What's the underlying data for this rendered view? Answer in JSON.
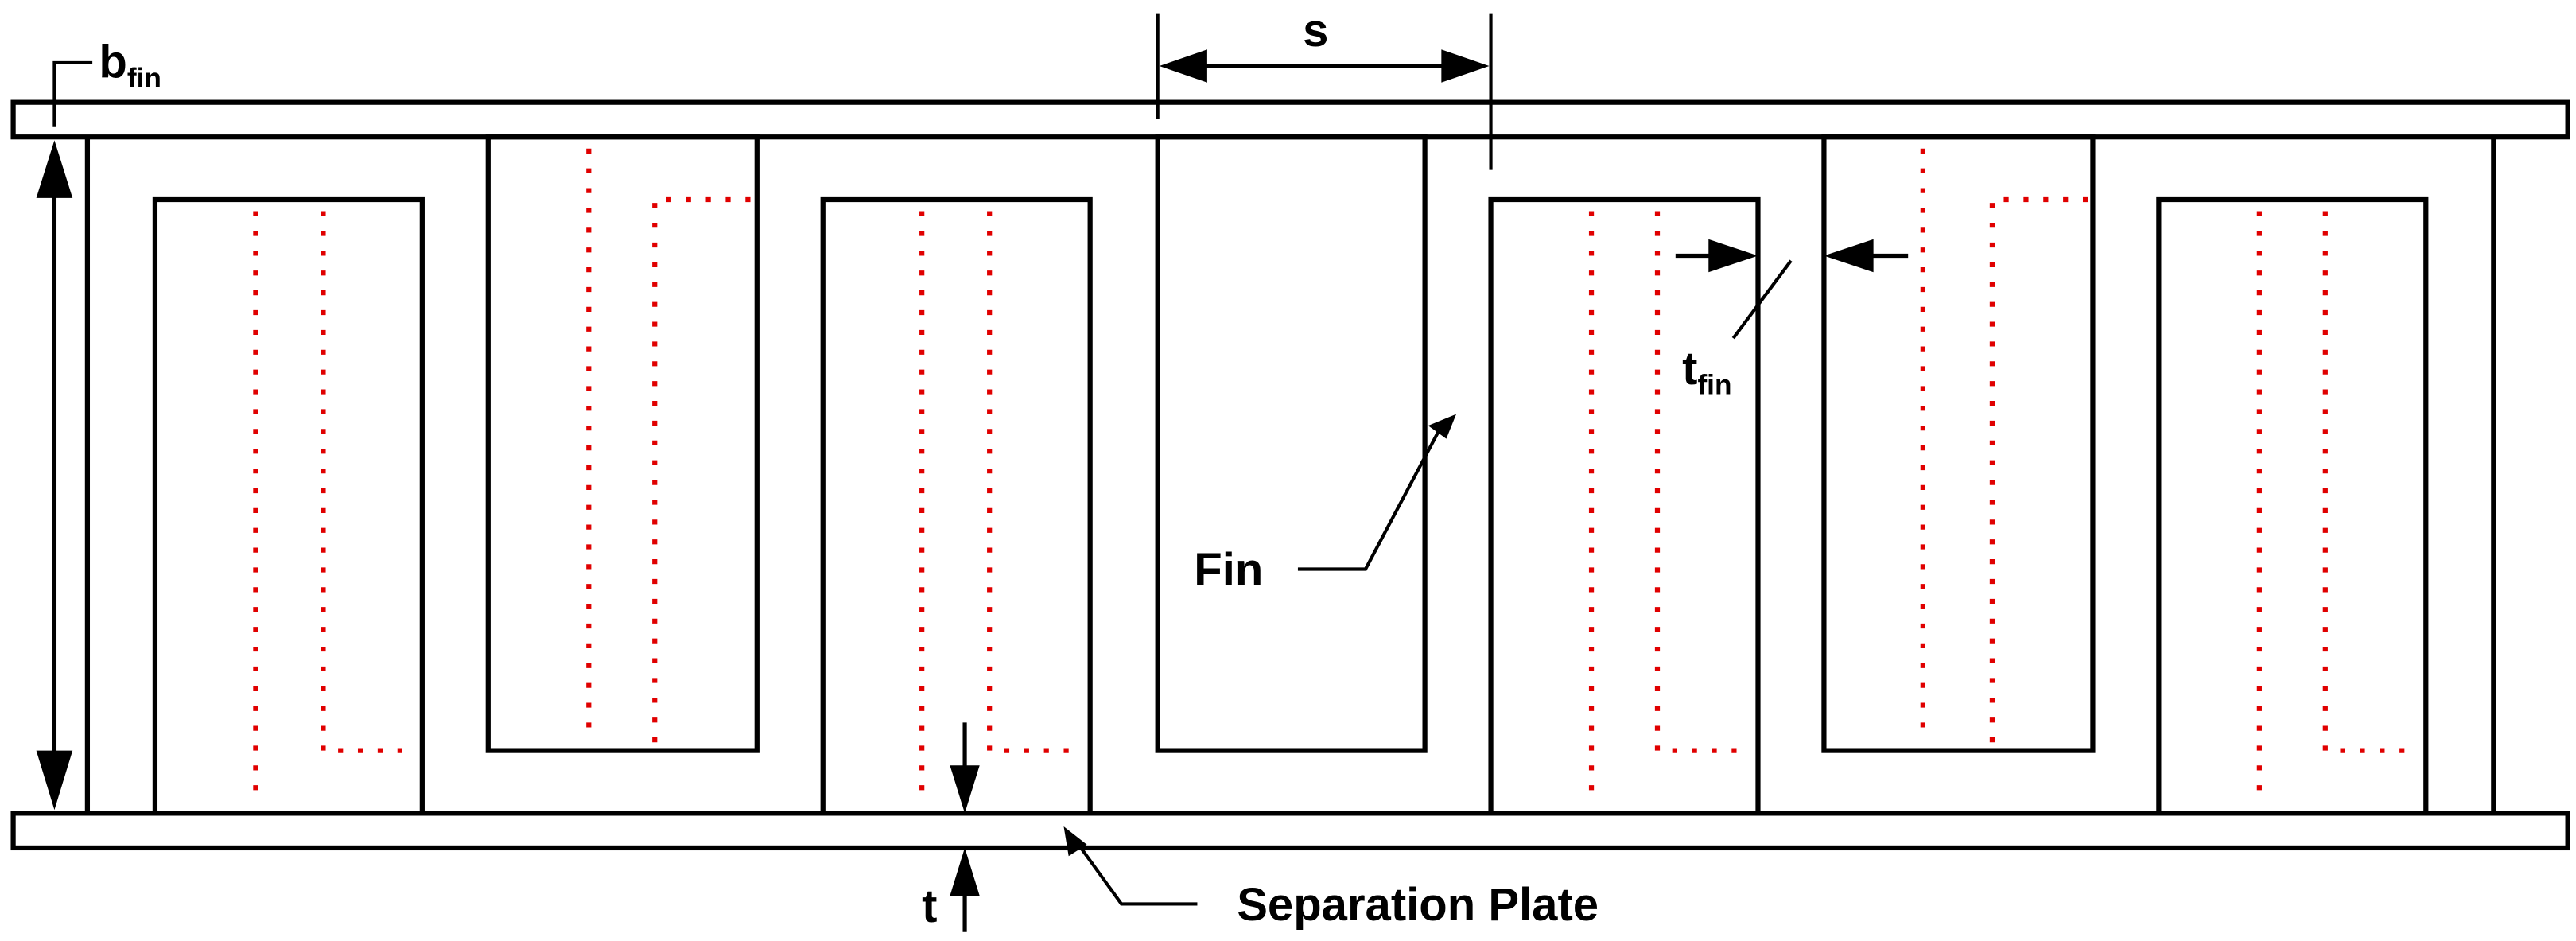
{
  "diagram": {
    "labels": {
      "b_main": "b",
      "b_sub": "fin",
      "s": "s",
      "t_fin_main": "t",
      "t_fin_sub": "fin",
      "fin": "Fin",
      "t": "t",
      "separation_plate": "Separation Plate"
    },
    "colors": {
      "line": "#000000",
      "dotted": "#e00000",
      "background": "#ffffff"
    }
  }
}
